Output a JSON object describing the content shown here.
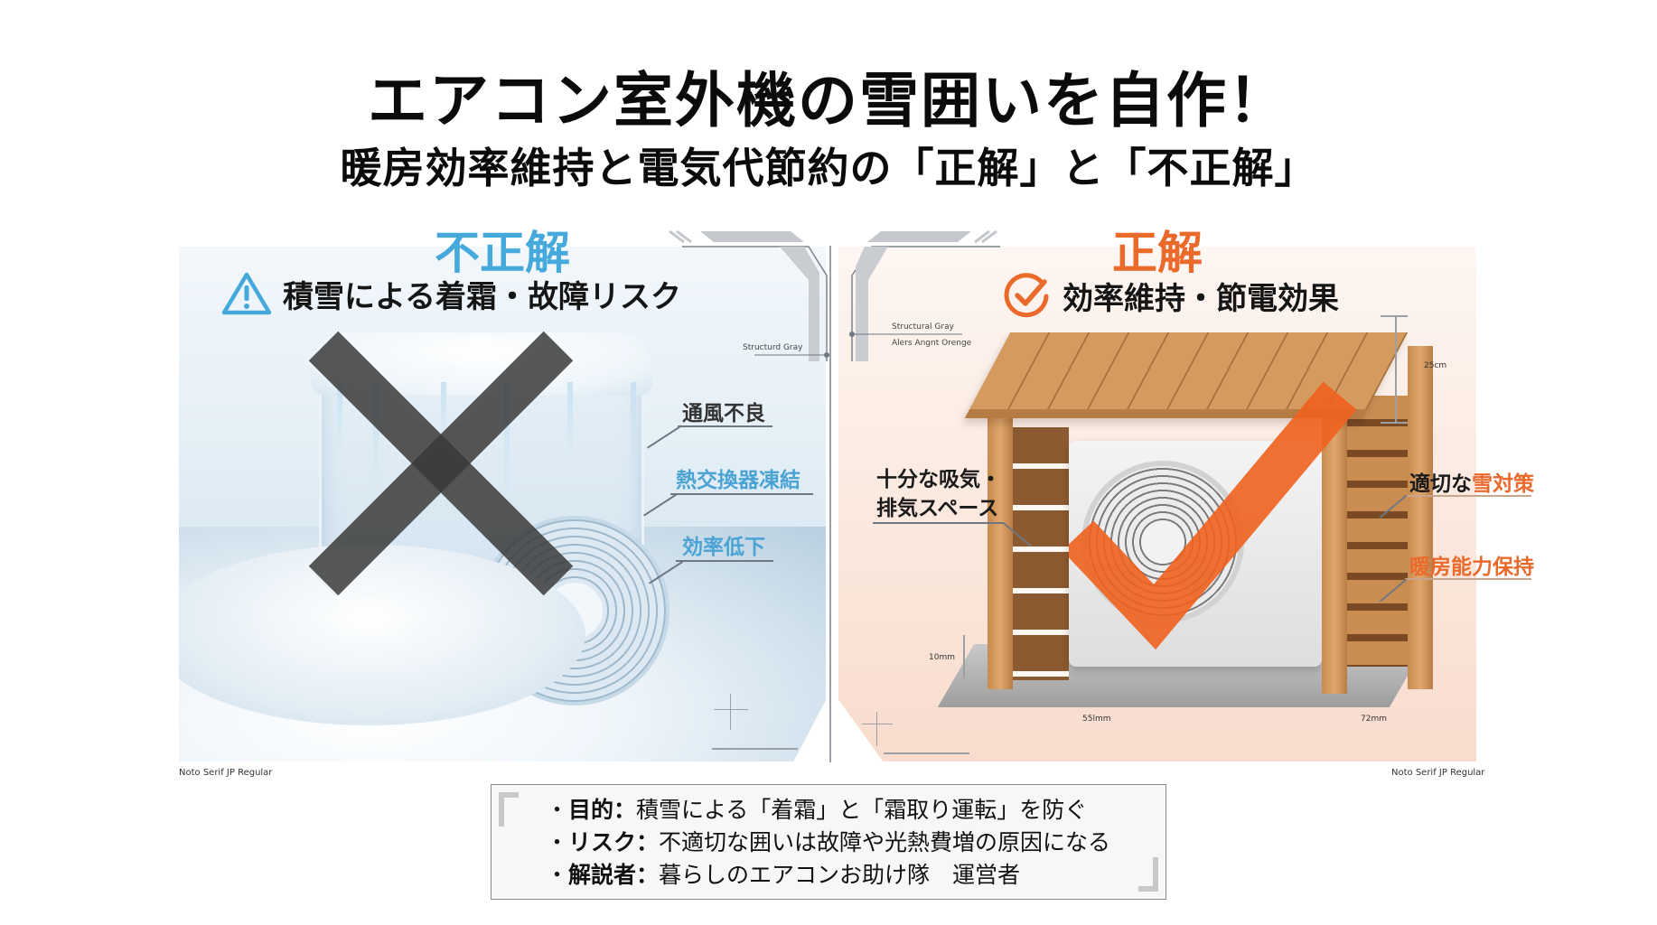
{
  "title": {
    "line1": "エアコン室外機の雪囲いを自作！",
    "line2": "暖房効率維持と電気代節約の「正解」と「不正解」"
  },
  "colors": {
    "incorrect_accent": "#45a9dc",
    "correct_accent": "#ea6a2c",
    "cross_mark": "#3a3a3a",
    "structural_gray": "#9aa0a6"
  },
  "left_panel": {
    "heading": "不正解",
    "icon": "warning-triangle-icon",
    "subheading": "積雪による着霜・故障リスク",
    "overlay_icon": "cross-mark-icon",
    "callouts": [
      {
        "text": "通風不良",
        "color": "#333333"
      },
      {
        "text": "熱交換器凍結",
        "color": "#4aa3d4"
      },
      {
        "text": "効率低下",
        "color": "#4aa3d4"
      }
    ],
    "annotation": "Structurd Gray",
    "credit": "Noto Serif JP Regular"
  },
  "right_panel": {
    "heading": "正解",
    "icon": "check-circle-icon",
    "subheading": "効率維持・節電効果",
    "overlay_icon": "check-mark-icon",
    "callouts": [
      {
        "line1": "十分な吸気・",
        "line2": "排気スペース"
      },
      {
        "prefix": "適切な",
        "highlight": "雪対策"
      },
      {
        "text": "暖房能力保持"
      }
    ],
    "annotations": [
      "Structural Gray",
      "Alers Angnt Orenge"
    ],
    "dimensions": {
      "height": "25cm",
      "base_height": "10mm",
      "width": "55lmm",
      "depth": "72mm"
    },
    "credit": "Noto Serif JP Regular"
  },
  "info_box": {
    "items": [
      {
        "key": "目的",
        "sep": "：",
        "value": "積雪による「着霜」と「霜取り運転」を防ぐ"
      },
      {
        "key": "リスク",
        "sep": "：",
        "value": "不適切な囲いは故障や光熱費増の原因になる"
      },
      {
        "key": "解説者",
        "sep": "：",
        "value": "暮らしのエアコンお助け隊　運営者"
      }
    ]
  }
}
